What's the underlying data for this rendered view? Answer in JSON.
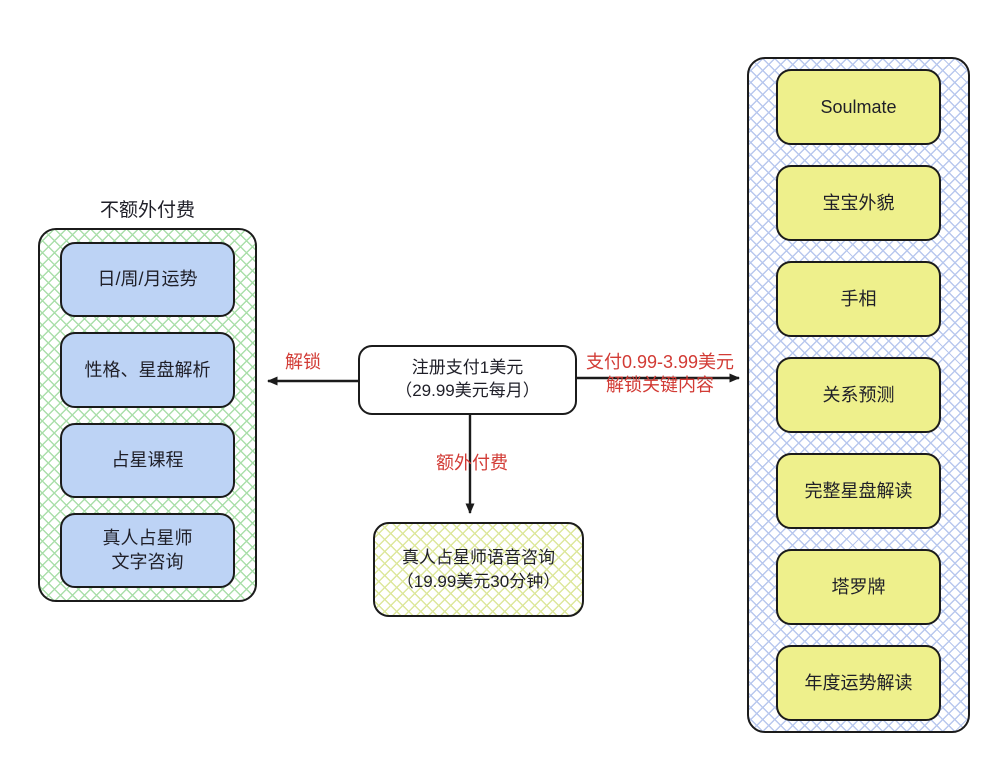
{
  "colors": {
    "canvas_bg": "#ffffff",
    "node_border": "#1b1b1b",
    "text_dark": "#1f1f28",
    "blue_node_fill": "#bdd3f5",
    "yellow_node_fill": "#eef08c",
    "green_hatch": "#abdfab",
    "blue_hatch": "#b9c8ee",
    "yellow_hatch": "#dde79c",
    "label_red": "#d23b35"
  },
  "free_group": {
    "title": "不额外付费",
    "items": [
      {
        "label": "日/周/月运势"
      },
      {
        "label": "性格、星盘解析"
      },
      {
        "label": "占星课程"
      },
      {
        "label": "真人占星师\n文字咨询"
      }
    ]
  },
  "center_node": {
    "line1": "注册支付1美元",
    "line2": "（29.99美元每月）"
  },
  "premium_group": {
    "items": [
      {
        "label": "Soulmate"
      },
      {
        "label": "宝宝外貌"
      },
      {
        "label": "手相"
      },
      {
        "label": "关系预测"
      },
      {
        "label": "完整星盘解读"
      },
      {
        "label": "塔罗牌"
      },
      {
        "label": "年度运势解读"
      }
    ]
  },
  "paid_node": {
    "line1": "真人占星师语音咨询",
    "line2": "（19.99美元30分钟）"
  },
  "edges": {
    "unlock_label": "解锁",
    "pay_range_label_line1": "支付0.99-3.99美元",
    "pay_range_label_line2": "解锁关键内容",
    "extra_pay_label": "额外付费"
  }
}
